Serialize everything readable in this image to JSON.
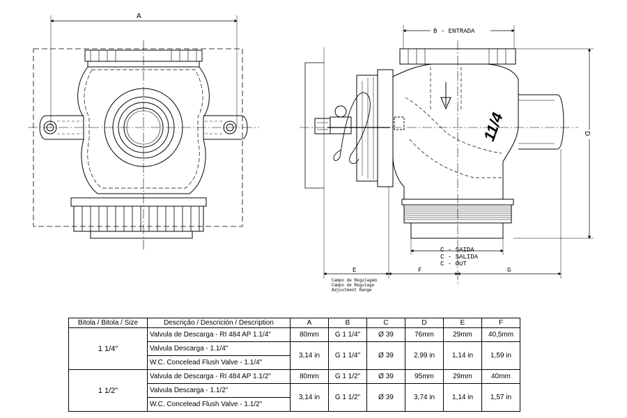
{
  "drawing": {
    "front_view": {
      "dim_label_a": "A"
    },
    "side_view": {
      "dim_label_b": "B - ENTRADA",
      "dim_label_d": "D",
      "dim_label_e": "E",
      "dim_label_f": "F",
      "dim_label_g": "G",
      "outlet_labels": [
        "C - SAIDA",
        "C - SALIDA",
        "C - OUT"
      ],
      "adjustment_labels": [
        "Campo de Regulagem",
        "Campo de Regulage",
        "Adjustment Range"
      ],
      "size_marking": "11/4"
    }
  },
  "table": {
    "headers": [
      "Bitola / Bitola / Size",
      "Descrição / Descrición / Description",
      "A",
      "B",
      "C",
      "D",
      "E",
      "F"
    ],
    "groups": [
      {
        "size": "1 1/4\"",
        "descriptions": [
          "Valvula de Descarga - RI 484 AP 1.1/4\"",
          "Valvula Descarga - 1.1/4\"",
          "W.C. Concelead Flush Valve - 1.1/4\""
        ],
        "rows": [
          [
            "80mm",
            "G 1 1/4\"",
            "Ø 39",
            "76mm",
            "29mm",
            "40,5mm"
          ],
          [
            "3,14 in",
            "G 1 1/4\"",
            "Ø 39",
            "2,99 in",
            "1,14 in",
            "1,59 in"
          ]
        ]
      },
      {
        "size": "1 1/2\"",
        "descriptions": [
          "Valvula de Descarga - RI 484 AP 1.1/2\"",
          "Valvula Descarga - 1.1/2\"",
          "W.C. Concelead Flush Valve - 1.1/2\""
        ],
        "rows": [
          [
            "80mm",
            "G 1 1/2\"",
            "Ø 39",
            "95mm",
            "29mm",
            "40mm"
          ],
          [
            "3,14 in",
            "G 1 1/2\"",
            "Ø 39",
            "3,74 in",
            "1,14 in",
            "1,57 in"
          ]
        ]
      }
    ]
  }
}
